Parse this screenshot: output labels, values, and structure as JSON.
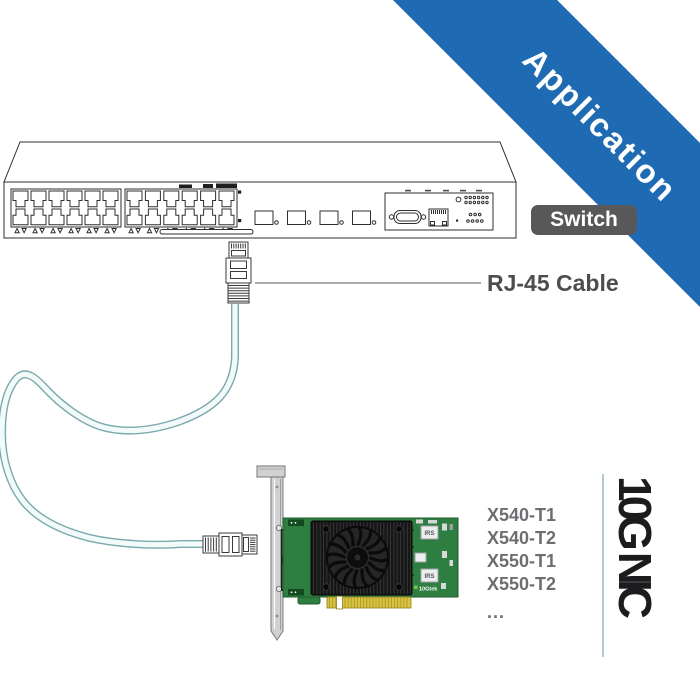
{
  "ribbon": {
    "label": "Application",
    "bg_color": "#1e6bb3",
    "text_color": "#ffffff"
  },
  "switch_badge": {
    "label": "Switch",
    "bg_color": "#58585b",
    "text_color": "#ffffff"
  },
  "cable": {
    "label": "RJ-45 Cable",
    "label_color": "#4d4d4f",
    "tube_color": "#79a9ad"
  },
  "nic": {
    "models": [
      "X540-T1",
      "X540-T2",
      "X550-T1",
      "X550-T2",
      "..."
    ],
    "models_color": "#6d6e71",
    "side_label": "10G NIC",
    "side_label_color": "#1c1c1e",
    "chip_label": "IRS",
    "pcb_logo": "10Gtek",
    "pcb_color": "#2e7e41",
    "gold_edge_color": "#d9c53f"
  }
}
